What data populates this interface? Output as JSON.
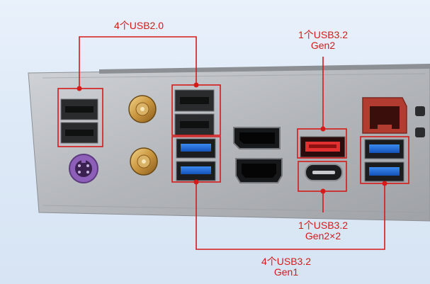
{
  "labels": {
    "usb20": "4个USB2.0",
    "usb32g2_line1": "1个USB3.2",
    "usb32g2_line2": "Gen2",
    "usb32g2x2_line1": "1个USB3.2",
    "usb32g2x2_line2": "Gen2×2",
    "usb32g1_line1": "4个USB3.2",
    "usb32g1_line2": "Gen1"
  },
  "colors": {
    "annotation_red": "#d61a1a",
    "usb3_blue": "#1f6fd6",
    "usb32g2_red": "#e23030",
    "ps2_purple": "#8e5fb8",
    "background": "#e6eef8",
    "metal": "#b9bcc0"
  },
  "ports": {
    "usb20_count": 4,
    "usb32_gen1_count": 4,
    "usb32_gen2_count": 1,
    "usb32_gen2x2_count": 1
  }
}
